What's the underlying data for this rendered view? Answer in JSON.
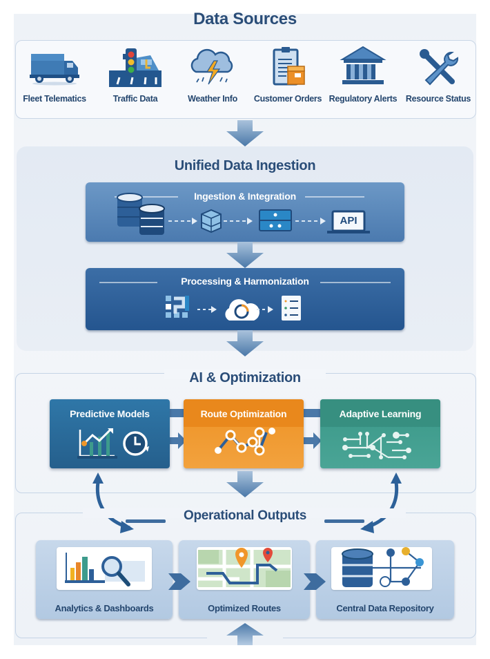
{
  "sections": {
    "data_sources": {
      "title": "Data Sources",
      "items": [
        {
          "label": "Fleet Telematics",
          "icon": "truck-icon"
        },
        {
          "label": "Traffic Data",
          "icon": "traffic-light-icon"
        },
        {
          "label": "Weather Info",
          "icon": "storm-cloud-icon"
        },
        {
          "label": "Customer Orders",
          "icon": "clipboard-package-icon"
        },
        {
          "label": "Regulatory Alerts",
          "icon": "government-building-icon"
        },
        {
          "label": "Resource Status",
          "icon": "tools-icon"
        }
      ]
    },
    "ingestion": {
      "title": "Unified Data Ingestion",
      "stage1": {
        "title": "Ingestion & Integration",
        "icons": [
          "database-icon",
          "cube-icon",
          "server-icon"
        ],
        "api_label": "API"
      },
      "stage2": {
        "title": "Processing & Harmonization",
        "icons": [
          "transform-icon",
          "cloud-sync-icon",
          "checklist-icon"
        ]
      }
    },
    "ai": {
      "title": "AI & Optimization",
      "cards": [
        {
          "label": "Predictive Models",
          "color": "#2b6c9c",
          "icon": "trend-chart-clock-icon"
        },
        {
          "label": "Route Optimization",
          "color": "#f0962a",
          "icon": "route-nodes-icon"
        },
        {
          "label": "Adaptive Learning",
          "color": "#3d9b8c",
          "icon": "neural-network-icon"
        }
      ]
    },
    "outputs": {
      "title": "Operational Outputs",
      "cards": [
        {
          "label": "Analytics & Dashboards",
          "icon": "bar-chart-magnifier-icon"
        },
        {
          "label": "Optimized Routes",
          "icon": "map-pins-icon"
        },
        {
          "label": "Central Data Repository",
          "icon": "database-network-icon"
        }
      ]
    }
  },
  "colors": {
    "primary": "#2a4d78",
    "accent_orange": "#f0962a",
    "accent_teal": "#3d9b8c",
    "accent_blue": "#2b6c9c"
  }
}
